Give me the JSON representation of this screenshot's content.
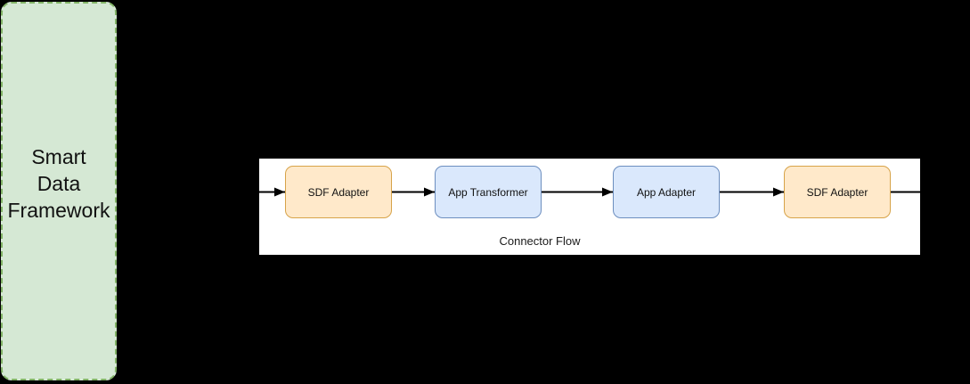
{
  "canvas": {
    "background": "#000000"
  },
  "framework_panel": {
    "label": "Smart Data Framework",
    "label_lines": [
      "Smart",
      "Data",
      "Framework"
    ],
    "fill": "#d5e8d4",
    "border": "#82b366"
  },
  "connector_flow": {
    "label": "Connector Flow",
    "background": "#ffffff",
    "arrow_color": "#000000",
    "nodes": [
      {
        "label": "SDF Adapter",
        "fill": "#ffe9ca",
        "border": "#d7a349"
      },
      {
        "label": "App Transformer",
        "fill": "#dae8fc",
        "border": "#6c8ebf"
      },
      {
        "label": "App Adapter",
        "fill": "#dae8fc",
        "border": "#6c8ebf"
      },
      {
        "label": "SDF Adapter",
        "fill": "#ffe9ca",
        "border": "#d7a349"
      }
    ]
  }
}
